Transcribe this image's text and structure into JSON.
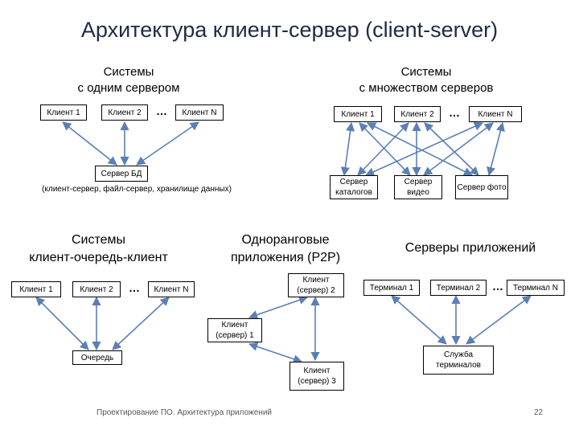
{
  "title": "Архитектура клиент-сервер (client-server)",
  "single_server": {
    "heading": "Системы\nс одним сервером",
    "clients": [
      "Клиент 1",
      "Клиент 2",
      "Клиент N"
    ],
    "dots": "…",
    "server": "Сервер БД",
    "note": "(клиент-сервер, файл-сервер, хранилище данных)"
  },
  "multi_server": {
    "heading": "Системы\nс множеством серверов",
    "clients": [
      "Клиент 1",
      "Клиент 2",
      "Клиент N"
    ],
    "dots": "…",
    "servers": [
      "Сервер каталогов",
      "Сервер видео",
      "Сервер фото"
    ]
  },
  "queue": {
    "heading": "Системы\nклиент-очередь-клиент",
    "clients": [
      "Клиент 1",
      "Клиент 2",
      "Клиент N"
    ],
    "dots": "…",
    "queue_label": "Очередь"
  },
  "p2p": {
    "heading": "Одноранговые\nприложения (P2P)",
    "nodes": [
      "Клиент (сервер) 2",
      "Клиент (сервер) 1",
      "Клиент (сервер) 3"
    ]
  },
  "app_servers": {
    "heading": "Серверы приложений",
    "terminals": [
      "Терминал 1",
      "Терминал 2",
      "Терминал N"
    ],
    "dots": "…",
    "service": "Служба терминалов"
  },
  "footer": {
    "caption": "Проектирование ПО. Архитектура приложений",
    "page": "22"
  }
}
